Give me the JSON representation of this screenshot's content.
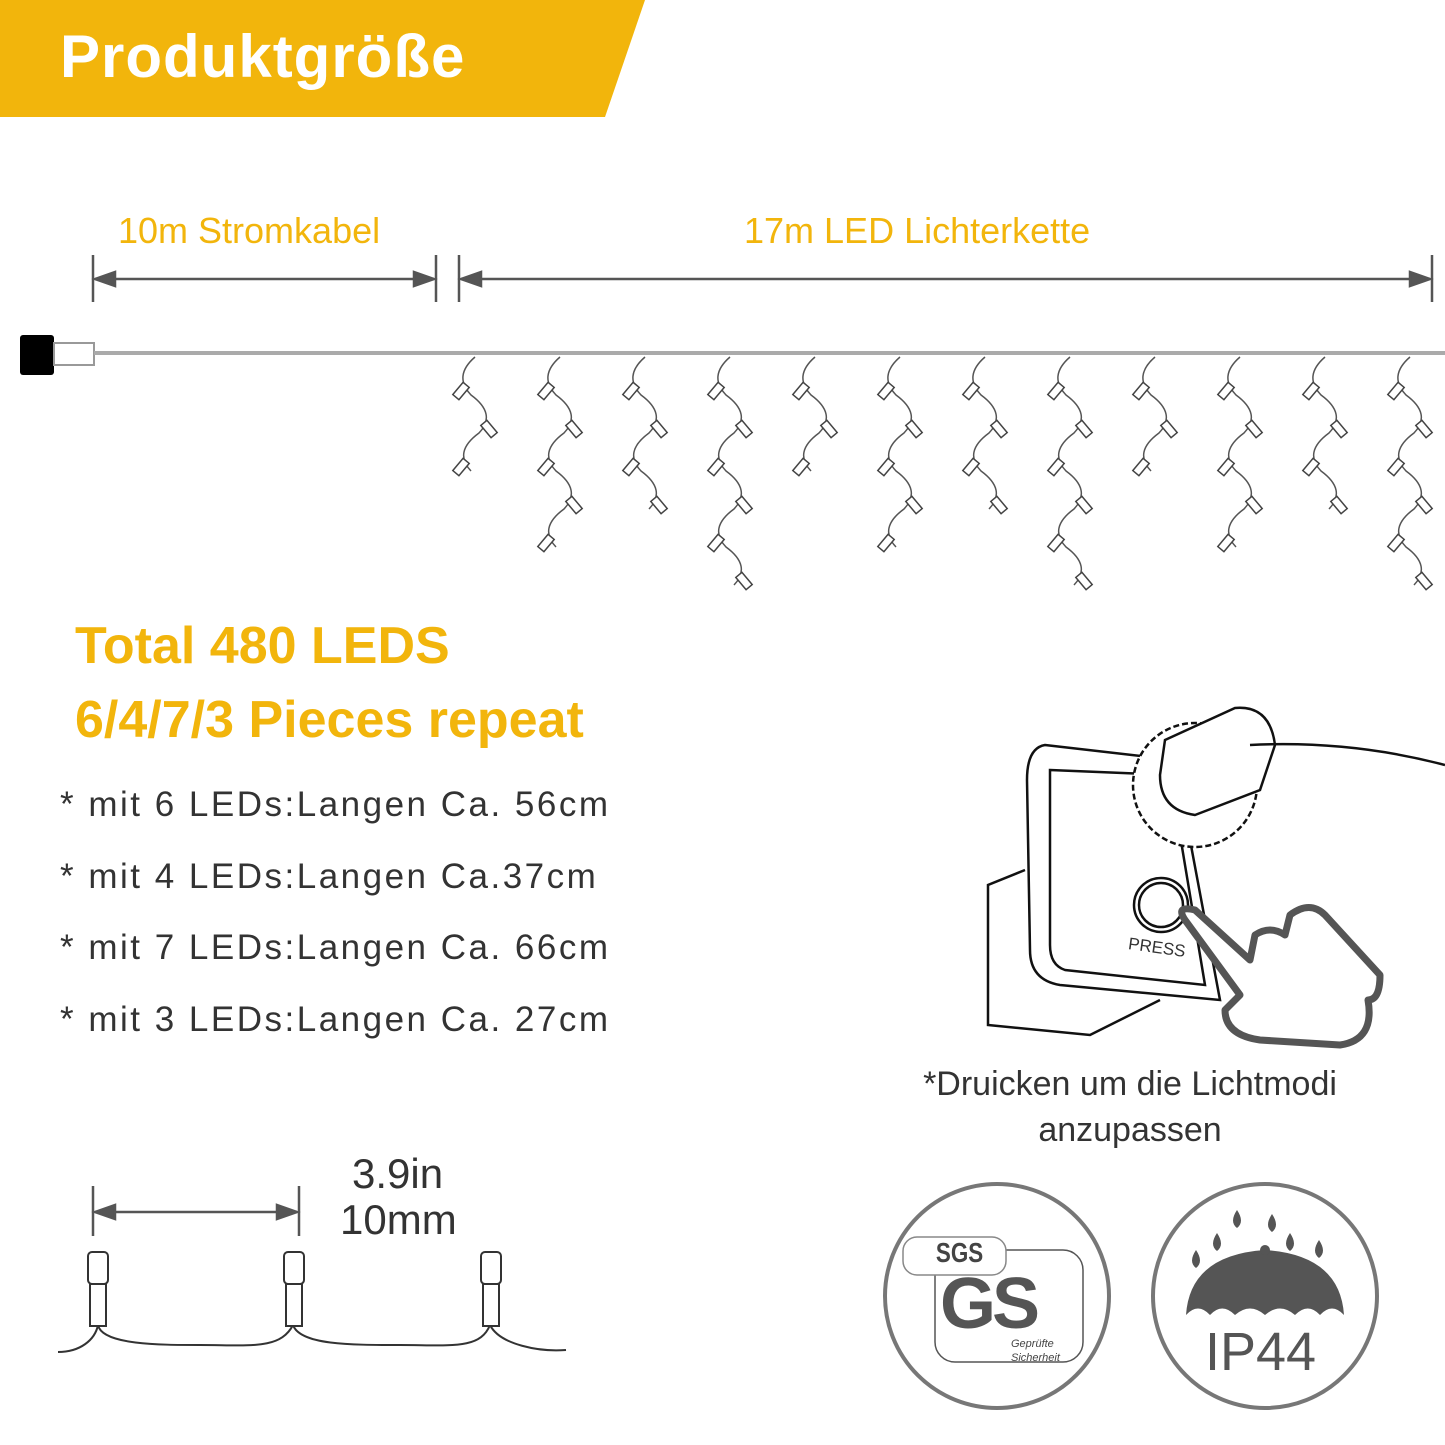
{
  "header": {
    "title": "Produktgröße",
    "accent_color": "#F2B50C"
  },
  "dimensions": {
    "power_cable": "10m Stromkabel",
    "led_chain": "17m LED Lichterkette"
  },
  "summary": {
    "total": "Total 480 LEDS",
    "pattern": "6/4/7/3 Pieces repeat"
  },
  "specs": [
    "* mit 6 LEDs:Langen Ca. 56cm",
    "* mit 4 LEDs:Langen Ca.37cm",
    "* mit 7 LEDs:Langen Ca. 66cm",
    "* mit 3 LEDs:Langen Ca. 27cm"
  ],
  "spacing": {
    "inches": "3.9in",
    "mm": "10mm"
  },
  "controller": {
    "button_label": "PRESS",
    "caption_line1": "*Druicken um die Lichtmodi",
    "caption_line2": "anzupassen"
  },
  "badges": {
    "gs": {
      "sgs": "SGS",
      "gs": "GS",
      "line1": "Geprüfte",
      "line2": "Sicherheit"
    },
    "ip": {
      "label": "IP44"
    }
  }
}
